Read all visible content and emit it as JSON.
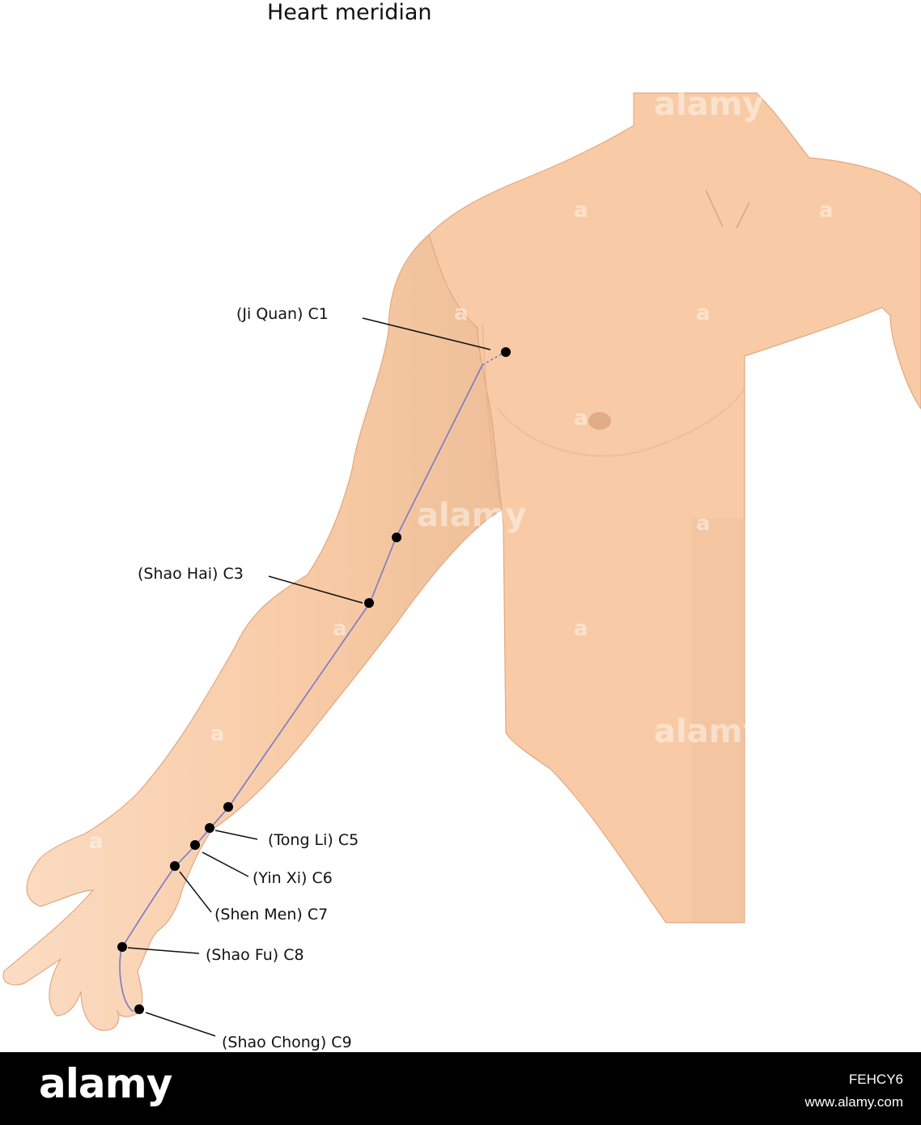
{
  "title": "Heart meridian",
  "colors": {
    "skin": "#f8cba6",
    "skin_light": "#fbdcc3",
    "skin_shadow": "#eebf98",
    "outline": "#e0a882",
    "meridian_line": "#7a78c8",
    "point": "#000000"
  },
  "points": [
    {
      "id": "c1",
      "label": "(Ji Quan) C1"
    },
    {
      "id": "c2",
      "label": ""
    },
    {
      "id": "c3",
      "label": "(Shao Hai) C3"
    },
    {
      "id": "c4",
      "label": ""
    },
    {
      "id": "c5",
      "label": "(Tong Li) C5"
    },
    {
      "id": "c6",
      "label": "(Yin Xi) C6"
    },
    {
      "id": "c7",
      "label": "(Shen Men) C7"
    },
    {
      "id": "c8",
      "label": "(Shao Fu) C8"
    },
    {
      "id": "c9",
      "label": "(Shao Chong) C9"
    }
  ],
  "watermark": {
    "text": "alamy",
    "letter": "a"
  },
  "footer": {
    "logo": "alamy",
    "image_id": "FEHCY6",
    "url": "www.alamy.com"
  }
}
